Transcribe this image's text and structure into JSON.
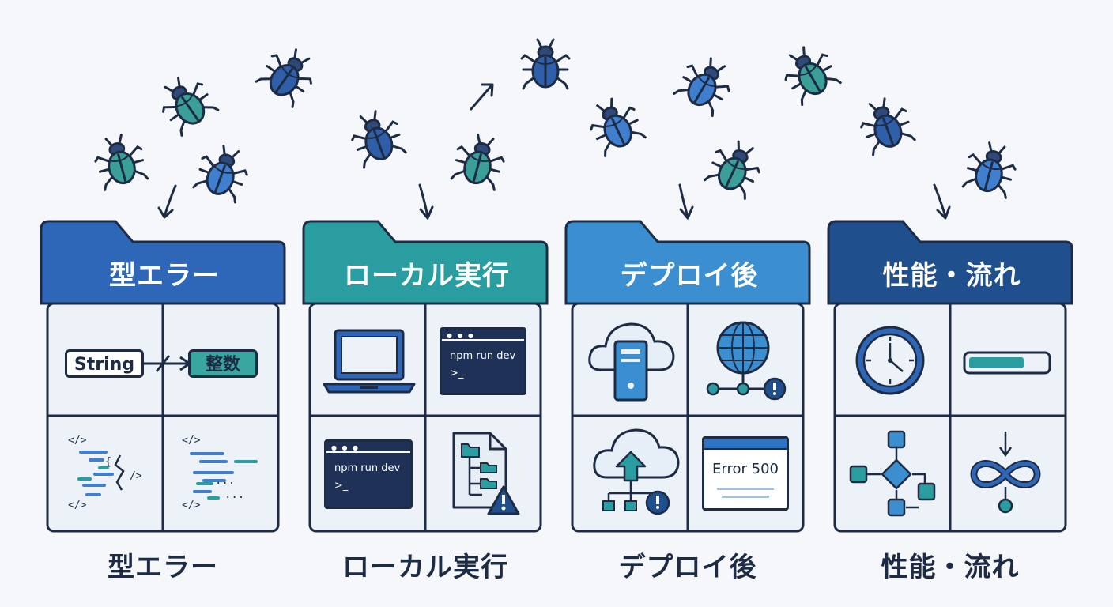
{
  "categories": [
    {
      "title": "型エラー",
      "caption": "型エラー",
      "color": "#2f67b8",
      "icons": [
        "type-mismatch-icon",
        "code-glitch-icon",
        "broken-code-icon"
      ],
      "type_chip_left": "String",
      "type_chip_right": "整数",
      "code_tag": "</>"
    },
    {
      "title": "ローカル実行",
      "caption": "ローカル実行",
      "color": "#2a9da0",
      "icons": [
        "laptop-icon",
        "terminal-icon",
        "terminal-icon",
        "file-tree-warning-icon"
      ],
      "terminal_command": "npm run dev",
      "terminal_prompt": ">_"
    },
    {
      "title": "デプロイ後",
      "caption": "デプロイ後",
      "color": "#3b8fd1",
      "icons": [
        "cloud-server-icon",
        "globe-network-error-icon",
        "cloud-upload-error-icon",
        "error-window-icon"
      ],
      "error_text": "Error 500"
    },
    {
      "title": "性能・流れ",
      "caption": "性能・流れ",
      "color": "#1f4f8c",
      "icons": [
        "clock-icon",
        "progress-bar-icon",
        "flowchart-icon",
        "infinite-loop-icon"
      ],
      "progress": 0.72
    }
  ],
  "bug_icon": "bug-icon",
  "arrow_icon": "arrow-icon"
}
